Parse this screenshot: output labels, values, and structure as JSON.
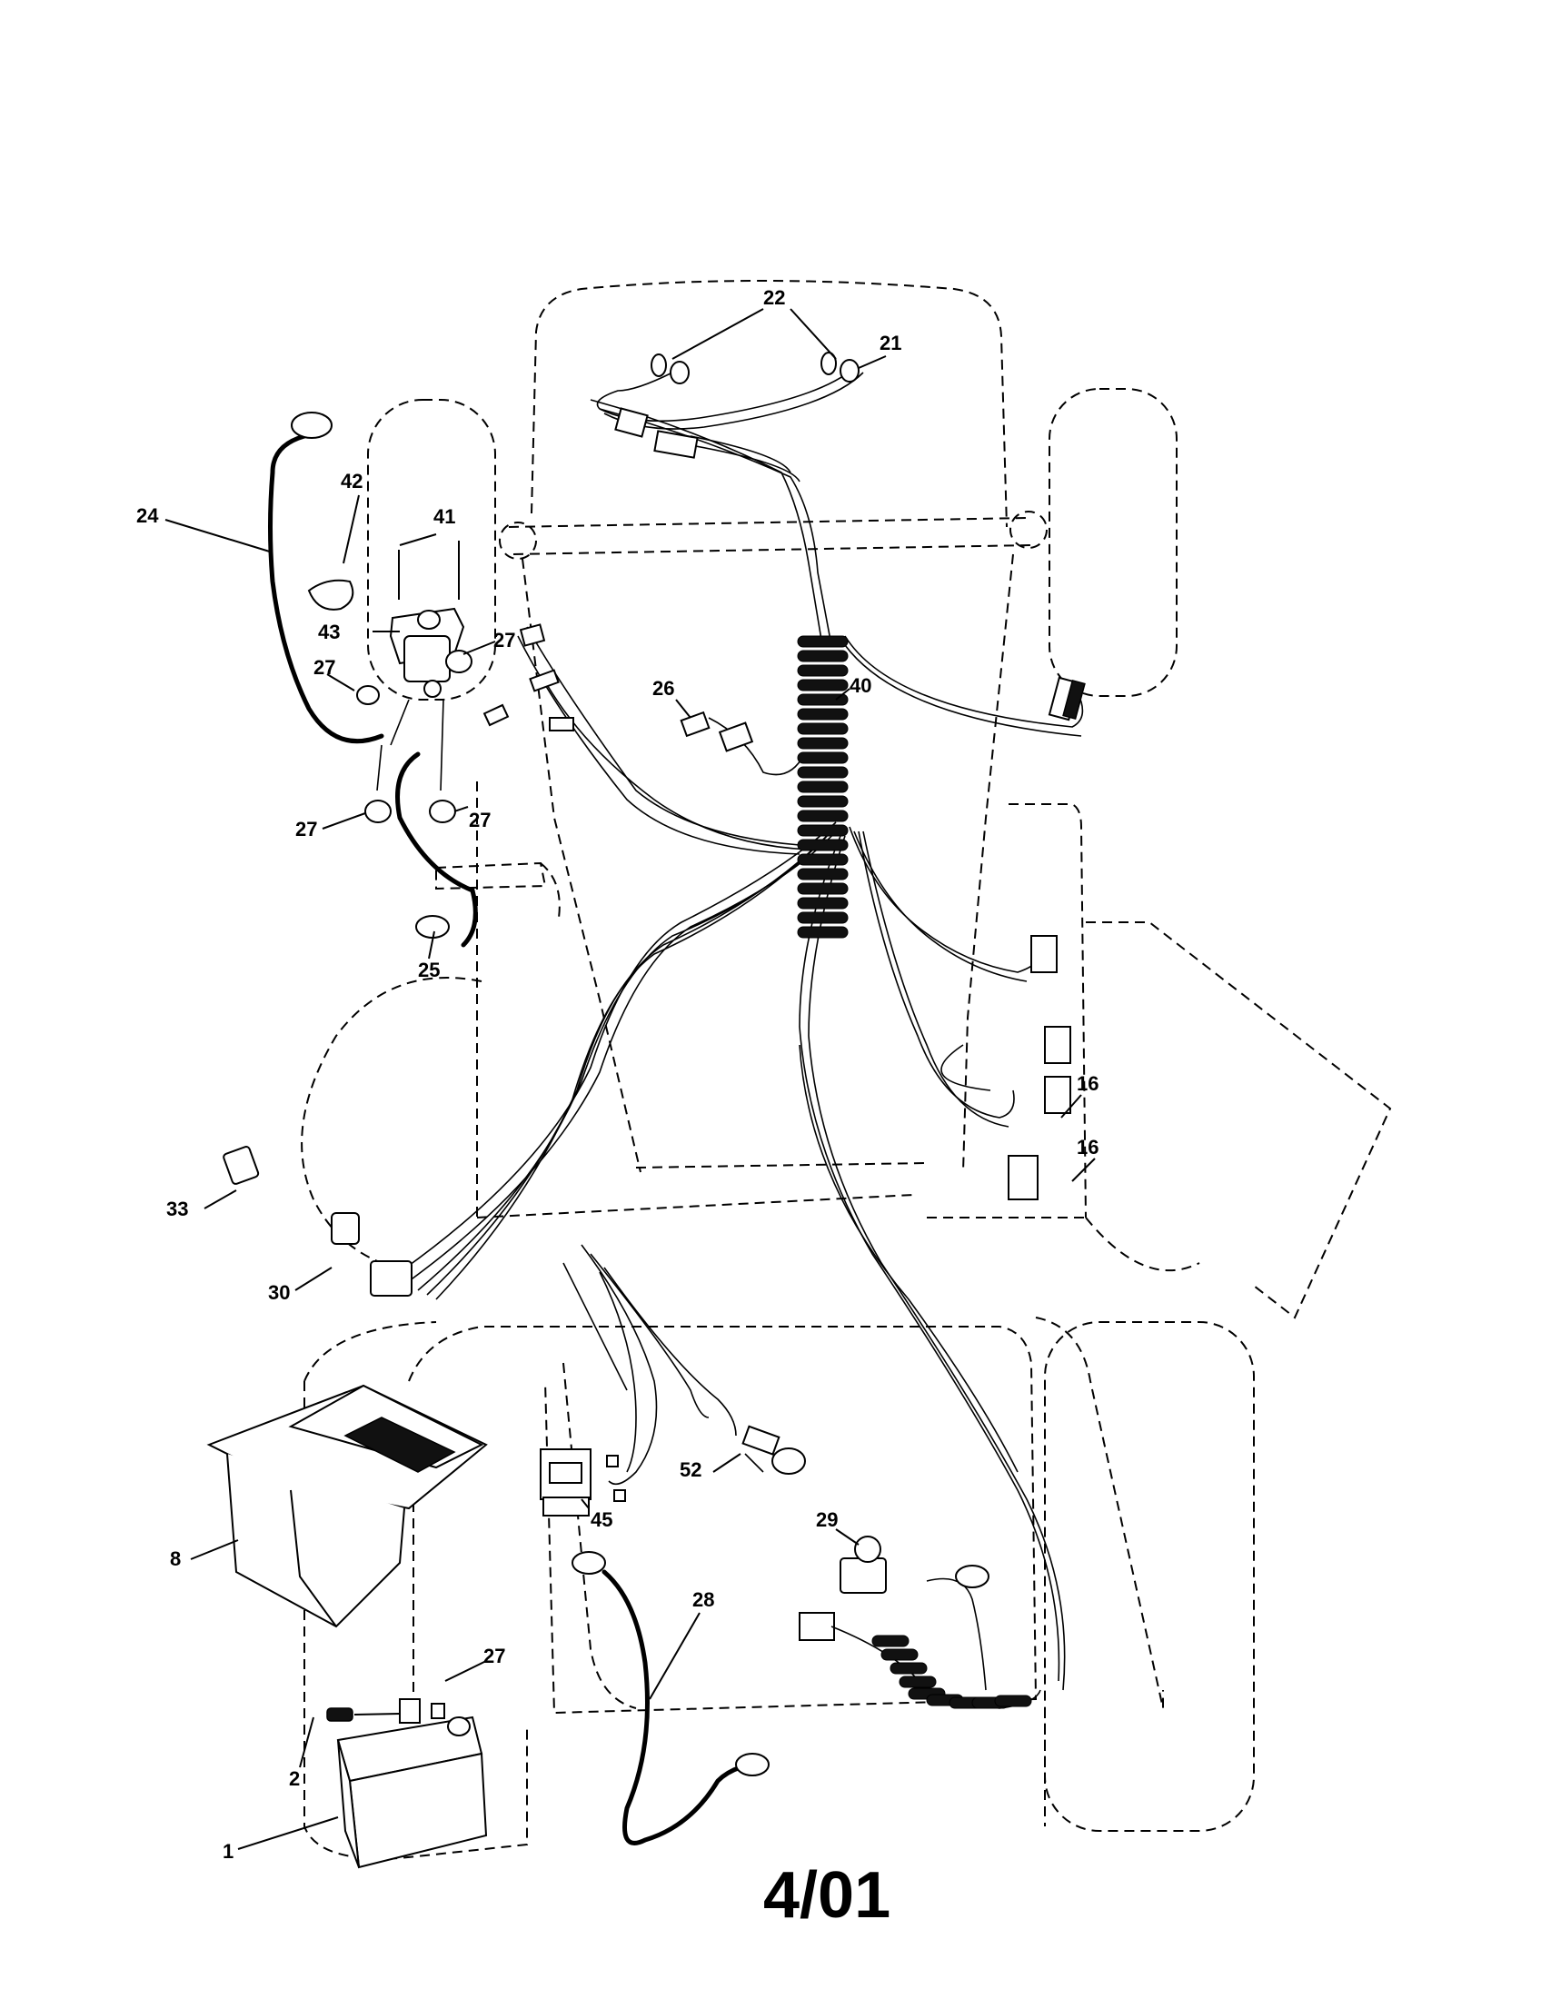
{
  "diagram_code": "4/01",
  "callouts": [
    {
      "id": "c1",
      "text": "1"
    },
    {
      "id": "c2",
      "text": "2"
    },
    {
      "id": "c8",
      "text": "8"
    },
    {
      "id": "c16a",
      "text": "16"
    },
    {
      "id": "c16b",
      "text": "16"
    },
    {
      "id": "c21",
      "text": "21"
    },
    {
      "id": "c22",
      "text": "22"
    },
    {
      "id": "c24",
      "text": "24"
    },
    {
      "id": "c25",
      "text": "25"
    },
    {
      "id": "c26",
      "text": "26"
    },
    {
      "id": "c27a",
      "text": "27"
    },
    {
      "id": "c27b",
      "text": "27"
    },
    {
      "id": "c27c",
      "text": "27"
    },
    {
      "id": "c27d",
      "text": "27"
    },
    {
      "id": "c27e",
      "text": "27"
    },
    {
      "id": "c28",
      "text": "28"
    },
    {
      "id": "c29",
      "text": "29"
    },
    {
      "id": "c30",
      "text": "30"
    },
    {
      "id": "c33",
      "text": "33"
    },
    {
      "id": "c40",
      "text": "40"
    },
    {
      "id": "c41",
      "text": "41"
    },
    {
      "id": "c42",
      "text": "42"
    },
    {
      "id": "c43",
      "text": "43"
    },
    {
      "id": "c45",
      "text": "45"
    },
    {
      "id": "c52",
      "text": "52"
    }
  ]
}
